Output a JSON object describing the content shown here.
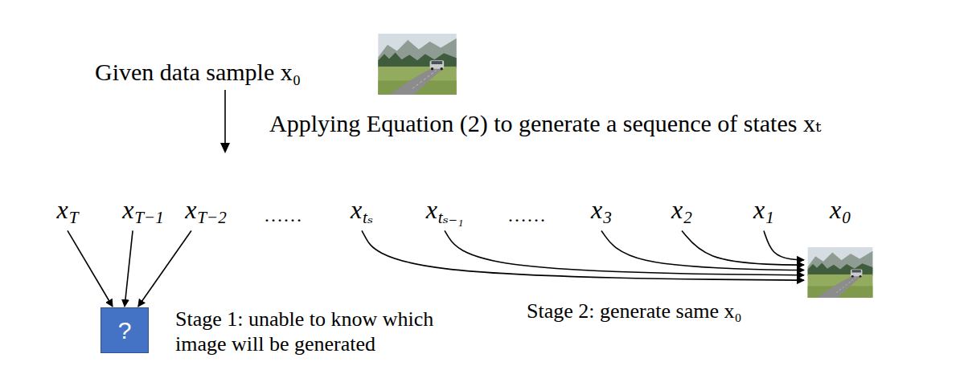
{
  "diagram": {
    "nodes": [
      {
        "text": [
          "x",
          "T"
        ]
      },
      {
        "text": [
          "x",
          "T−1"
        ]
      },
      {
        "text": [
          "x",
          "T−2"
        ]
      },
      {
        "text": [
          "x",
          "tₛ"
        ]
      },
      {
        "text": [
          "x",
          "tₛ₋₁"
        ]
      },
      {
        "text": [
          "x",
          "3"
        ]
      },
      {
        "text": [
          "x",
          "2"
        ]
      },
      {
        "text": [
          "x",
          "1"
        ]
      },
      {
        "text": [
          "x",
          "0"
        ]
      },
      {
        "text": [
          "?"
        ]
      }
    ],
    "edges": [
      {
        "from": 0,
        "to": 9,
        "arrow": "to"
      },
      {
        "from": 1,
        "to": 9,
        "arrow": "to"
      },
      {
        "from": 2,
        "to": 9,
        "arrow": "to"
      },
      {
        "from": 3,
        "to": 8,
        "arrow": "to"
      },
      {
        "from": 4,
        "to": 8,
        "arrow": "to"
      },
      {
        "from": 5,
        "to": 8,
        "arrow": "to"
      },
      {
        "from": 6,
        "to": 8,
        "arrow": "to"
      },
      {
        "from": 7,
        "to": 8,
        "arrow": "to"
      }
    ],
    "labels": [
      "Given data sample x₀",
      "Applying Equation (2) to generate a sequence of states xₜ",
      "……",
      "……",
      "Stage 1: unable to know which image will be generated",
      "Stage 2: generate same x₀"
    ]
  }
}
